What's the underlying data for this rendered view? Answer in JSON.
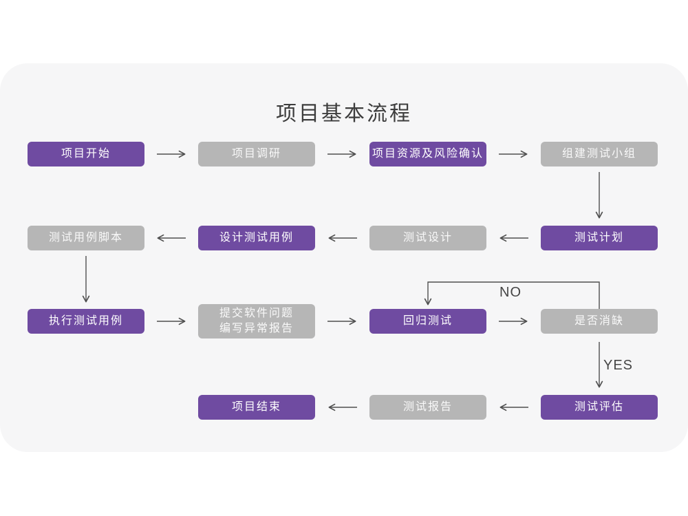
{
  "title": "项目基本流程",
  "edge_labels": {
    "no": "NO",
    "yes": "YES"
  },
  "colors": {
    "node_purple": "#6f4ba1",
    "node_gray": "#b6b6b6",
    "card_background": "#f6f6f7",
    "page_background": "#ffffff",
    "arrow": "#4f4f4f",
    "title_text": "#3d3d3d"
  },
  "nodes": [
    {
      "label": "项目开始",
      "type": "purple"
    },
    {
      "label": "项目调研",
      "type": "gray"
    },
    {
      "label": "项目资源及风险确认",
      "type": "purple"
    },
    {
      "label": "组建测试小组",
      "type": "gray"
    },
    {
      "label": "测试计划",
      "type": "purple"
    },
    {
      "label": "测试设计",
      "type": "gray"
    },
    {
      "label": "设计测试用例",
      "type": "purple"
    },
    {
      "label": "测试用例脚本",
      "type": "gray"
    },
    {
      "label": "执行测试用例",
      "type": "purple"
    },
    {
      "label": "提交软件问题\n编写异常报告",
      "type": "gray"
    },
    {
      "label": "回归测试",
      "type": "purple"
    },
    {
      "label": "是否消缺",
      "type": "gray"
    },
    {
      "label": "测试评估",
      "type": "purple"
    },
    {
      "label": "测试报告",
      "type": "gray"
    },
    {
      "label": "项目结束",
      "type": "purple"
    }
  ]
}
